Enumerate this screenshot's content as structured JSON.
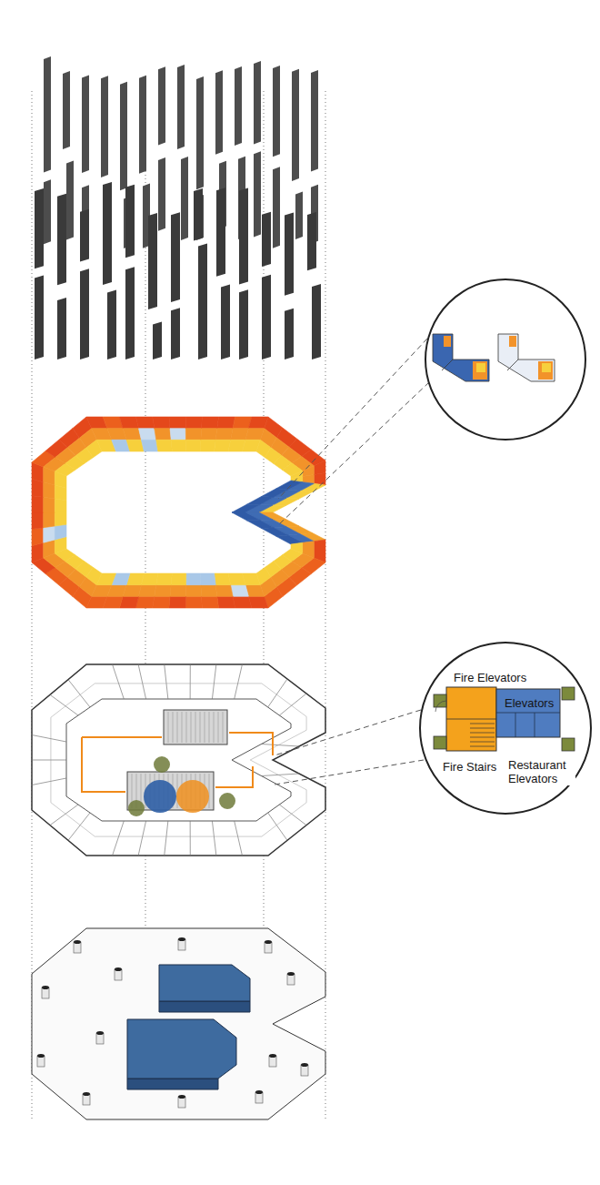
{
  "diagram": {
    "nodes": [
      {
        "text": [
          "Fire Elevators",
          "Elevators",
          "Fire Stairs",
          "Restaurant Elevators"
        ]
      }
    ]
  }
}
